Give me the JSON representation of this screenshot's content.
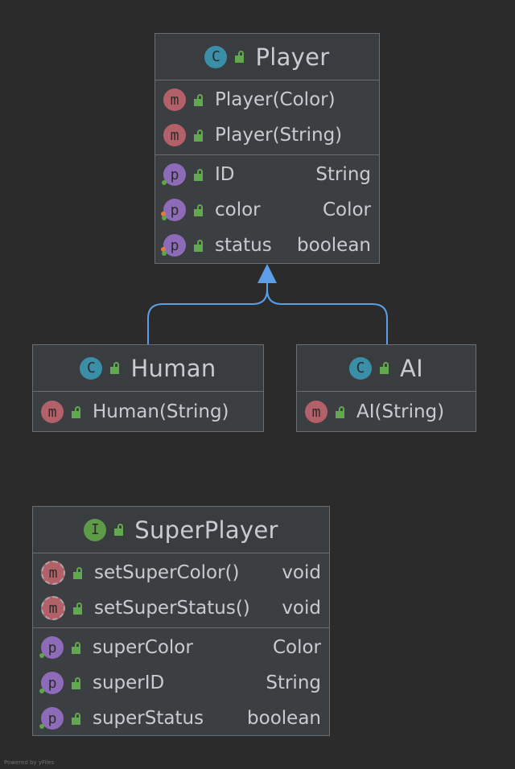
{
  "classes": {
    "player": {
      "kind": "C",
      "name": "Player",
      "methods": [
        {
          "kind": "m",
          "name": "Player(Color)"
        },
        {
          "kind": "m",
          "name": "Player(String)"
        }
      ],
      "fields": [
        {
          "kind": "p",
          "name": "ID",
          "type": "String"
        },
        {
          "kind": "p",
          "name": "color",
          "type": "Color"
        },
        {
          "kind": "p",
          "name": "status",
          "type": "boolean"
        }
      ]
    },
    "human": {
      "kind": "C",
      "name": "Human",
      "methods": [
        {
          "kind": "m",
          "name": "Human(String)"
        }
      ]
    },
    "ai": {
      "kind": "C",
      "name": "AI",
      "methods": [
        {
          "kind": "m",
          "name": "AI(String)"
        }
      ]
    },
    "superplayer": {
      "kind": "I",
      "name": "SuperPlayer",
      "methods": [
        {
          "kind": "m",
          "name": "setSuperColor()",
          "type": "void"
        },
        {
          "kind": "m",
          "name": "setSuperStatus()",
          "type": "void"
        }
      ],
      "fields": [
        {
          "kind": "p",
          "name": "superColor",
          "type": "Color"
        },
        {
          "kind": "p",
          "name": "superID",
          "type": "String"
        },
        {
          "kind": "p",
          "name": "superStatus",
          "type": "boolean"
        }
      ]
    }
  },
  "relations": [
    {
      "from": "Human",
      "to": "Player",
      "type": "inheritance"
    },
    {
      "from": "AI",
      "to": "Player",
      "type": "inheritance"
    }
  ],
  "colors": {
    "background": "#2b2b2b",
    "class_fill": "#3c3f41",
    "edge": "#5c9ee8",
    "class_icon": "#3a8ea8",
    "method_icon": "#b46068",
    "property_icon": "#8e6bb8",
    "interface_icon": "#5f9a48",
    "public_lock": "#62a84f"
  },
  "footer": "Powered by yFiles"
}
